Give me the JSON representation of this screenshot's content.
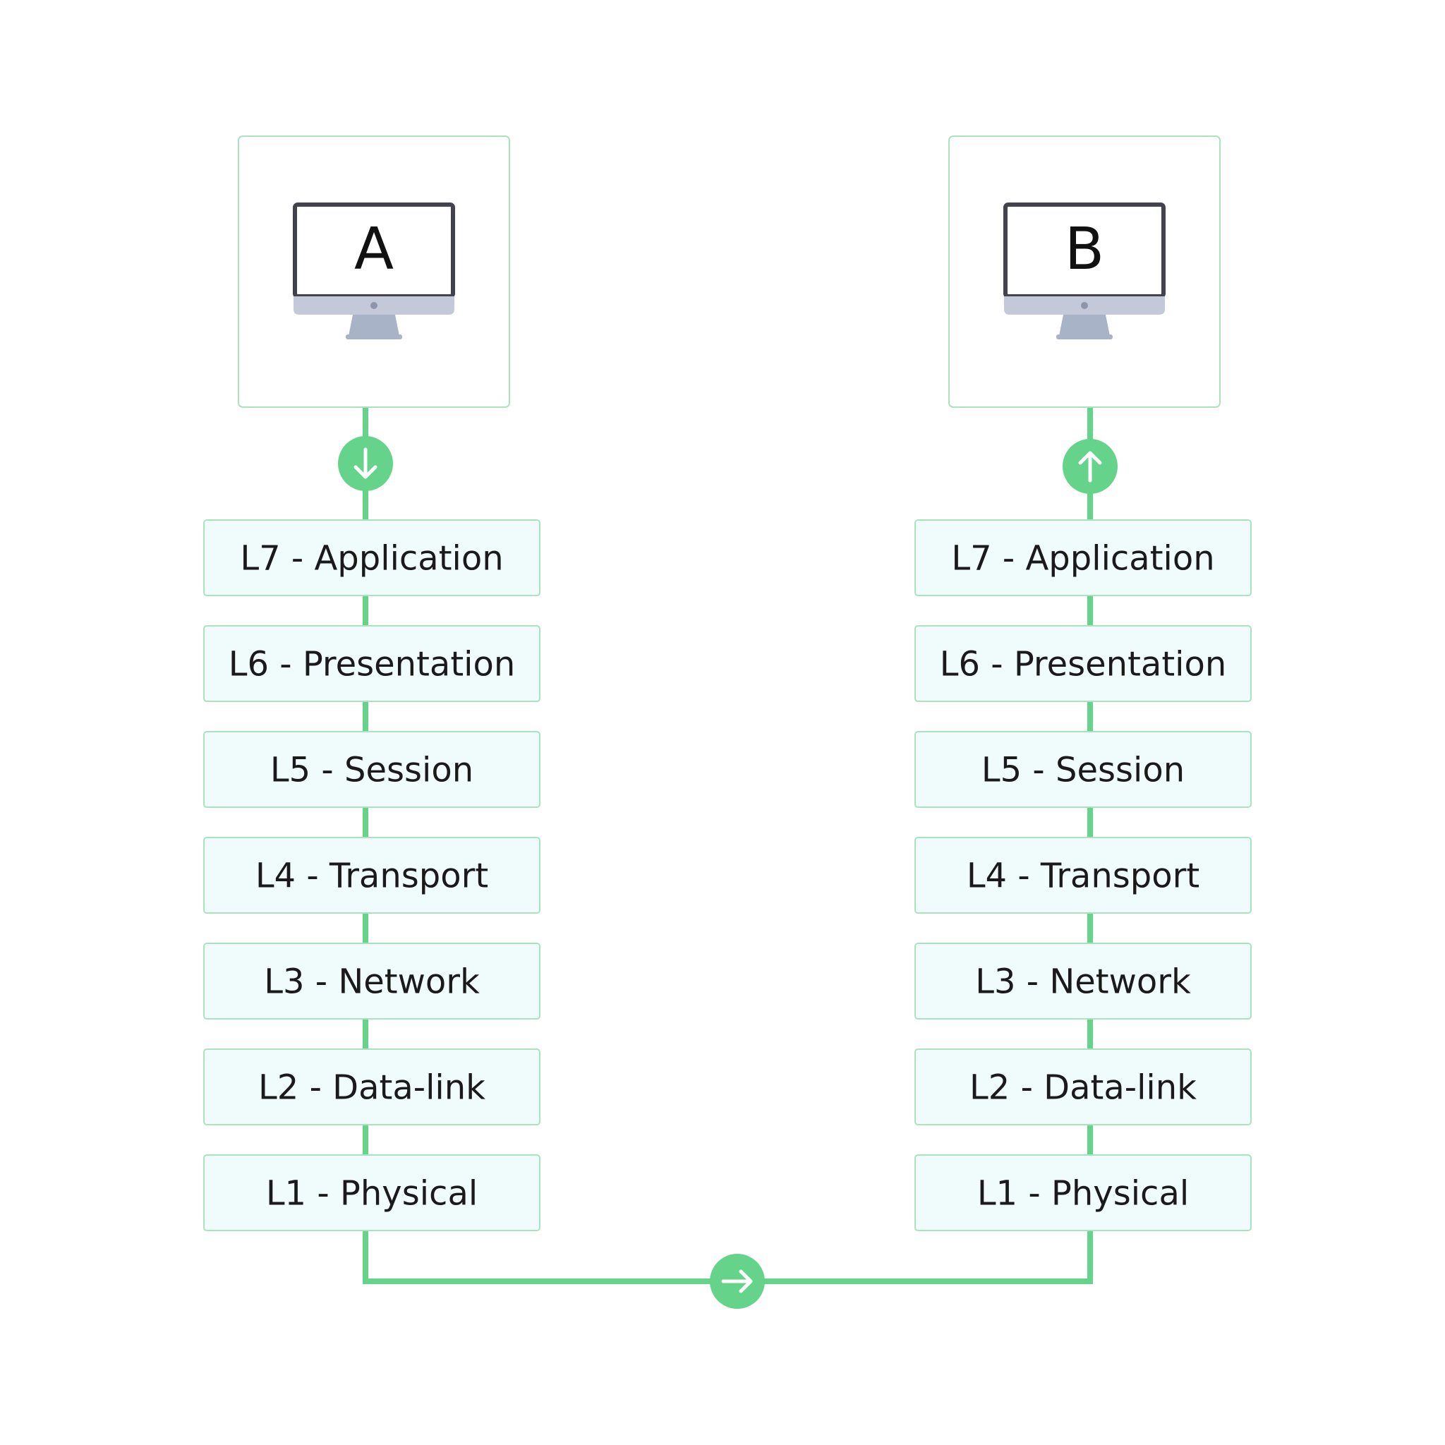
{
  "colors": {
    "line": "#66d38b",
    "border": "#a9e4bf",
    "layer_fill": "#f0fbfc",
    "monitor_frame": "#43434f",
    "monitor_base": "#c4c9da",
    "monitor_stand": "#a9b3c8"
  },
  "hosts": [
    {
      "label": "A",
      "direction_icon": "arrow-down-icon"
    },
    {
      "label": "B",
      "direction_icon": "arrow-up-icon"
    }
  ],
  "transfer_icon": "arrow-right-icon",
  "stacks": [
    {
      "layers": [
        "L7 - Application",
        "L6 - Presentation",
        "L5 - Session",
        "L4 - Transport",
        "L3 - Network",
        "L2 - Data-link",
        "L1 - Physical"
      ]
    },
    {
      "layers": [
        "L7 - Application",
        "L6 - Presentation",
        "L5 - Session",
        "L4 - Transport",
        "L3 - Network",
        "L2 - Data-link",
        "L1 - Physical"
      ]
    }
  ]
}
